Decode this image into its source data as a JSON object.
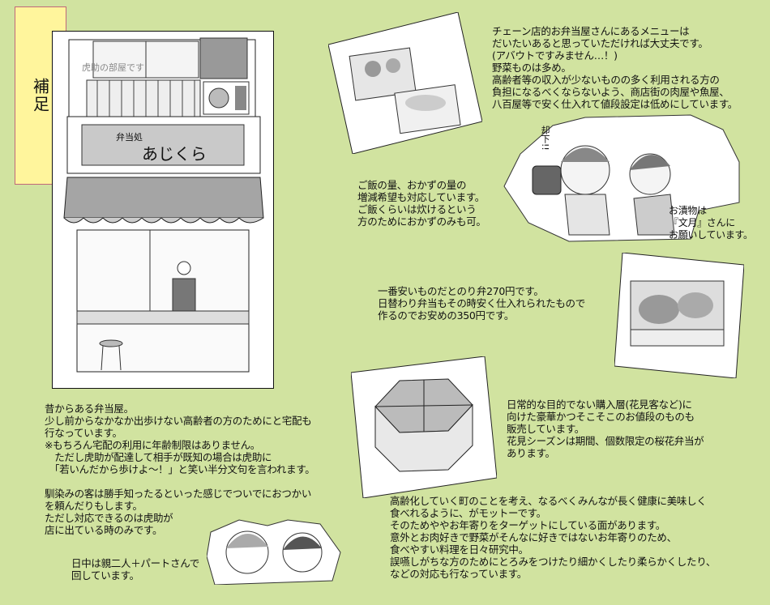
{
  "tag": {
    "label": "補足"
  },
  "shop": {
    "room_label": "虎助の部屋です",
    "sign_text": [
      "弁当処",
      "あじくら"
    ]
  },
  "menu_note": {
    "lines": [
      "チェーン店的お弁当屋さんにあるメニューは",
      "だいたいあると思っていただければ大丈夫です。",
      "(アバウトですみません…！)",
      "野菜ものは多め。",
      "高齢者等の収入が少ないものの多く利用される方の",
      "負担になるべくならないよう、商店街の肉屋や魚屋、",
      "八百屋等で安く仕入れて値段設定は低めにしています。"
    ]
  },
  "rice_note": {
    "lines": [
      "ご飯の量、おかずの量の",
      "増減希望も対応しています。",
      "ご飯くらいは炊けるという",
      "方のためにおかずのみも可。"
    ]
  },
  "manga": {
    "handwritten": [
      "却下!!"
    ],
    "caption": [
      "お漬物は",
      "『文月』さんに",
      "お願いしています。"
    ]
  },
  "price_note": {
    "lines": [
      "一番安いものだとのり弁270円です。",
      "日替わり弁当もその時安く仕入れられたもので",
      "作るのでお安めの350円です。"
    ]
  },
  "luxury_note": {
    "lines": [
      "日常的な目的でない購入層(花見客など)に",
      "向けた豪華かつそこそこのお値段のものも",
      "販売しています。",
      "花見シーズンは期間、個数限定の桜花弁当が",
      "あります。"
    ]
  },
  "history_note": {
    "lines": [
      "昔からある弁当屋。",
      "少し前からなかなか出歩けない高齢者の方のためにと宅配も",
      "行なっています。",
      "※もちろん宅配の利用に年齢制限はありません。",
      "　ただし虎助が配達して相手が既知の場合は虎助に",
      "　「若いんだから歩けよ～！」と笑い半分文句を言われます。",
      "",
      "馴染みの客は勝手知ったるといった感じでついでにおつかい",
      "を頼んだりもします。",
      "ただし対応できるのは虎助が",
      "店に出ている時のみです。"
    ]
  },
  "staff_note": {
    "lines": [
      "日中は親二人＋パートさんで",
      "回しています。"
    ]
  },
  "motto_note": {
    "lines": [
      "高齢化していく町のことを考え、なるべくみんなが長く健康に美味しく",
      "食べれるように、がモットーです。",
      "そのためややお年寄りをターゲットにしている面があります。",
      "意外とお肉好きで野菜がそんなに好きではないお年寄りのため、",
      "食べやすい料理を日々研究中。",
      "誤嚥しがちな方のためにとろみをつけたり細かくしたり柔らかくしたり、",
      "などの対応も行なっています。"
    ]
  },
  "colors": {
    "background": "#d1e3a0",
    "tag_fill": "#fff59c",
    "tag_border": "#c0687a"
  }
}
